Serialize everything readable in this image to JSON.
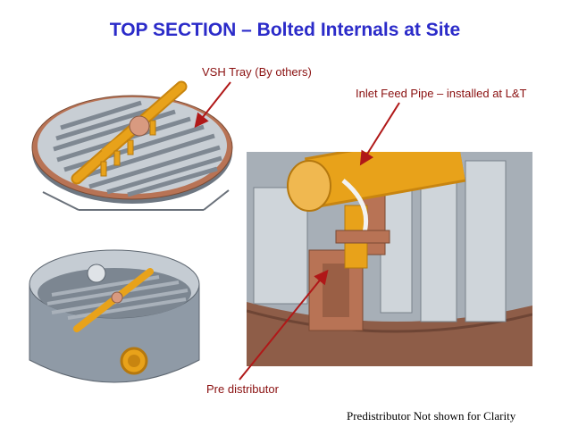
{
  "slide": {
    "title": "TOP SECTION – Bolted Internals at Site",
    "labels": {
      "vsh_tray": "VSH Tray (By others)",
      "inlet_feed_pipe": "Inlet Feed Pipe – installed at L&T",
      "pre_distributor": "Pre distributor"
    },
    "footnote": "Predistributor Not shown for Clarity"
  },
  "colors": {
    "title": "#2b2bc9",
    "label": "#8a1010",
    "arrow": "#b01818",
    "pipe": "#e8a21a",
    "copper": "#b87355",
    "steel": "#9aa3ad",
    "vessel": "#8f9aa6"
  }
}
